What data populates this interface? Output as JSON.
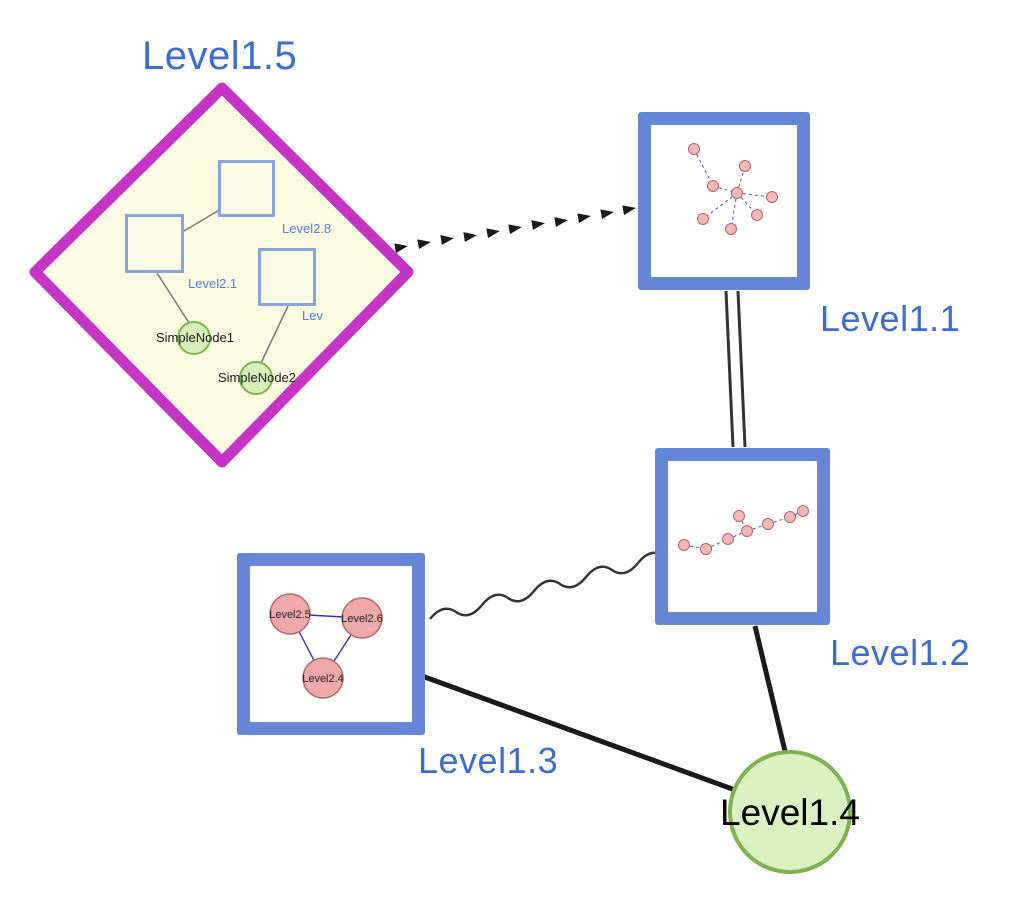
{
  "nodes": {
    "level1_5": {
      "label": "Level1.5",
      "shape": "diamond",
      "border_color": "#c733c7"
    },
    "level1_1": {
      "label": "Level1.1",
      "shape": "square",
      "border_color": "#6687d8"
    },
    "level1_2": {
      "label": "Level1.2",
      "shape": "square",
      "border_color": "#6687d8"
    },
    "level1_3": {
      "label": "Level1.3",
      "shape": "square",
      "border_color": "#6687d8"
    },
    "level1_4": {
      "label": "Level1.4",
      "shape": "circle",
      "border_color": "#7db24e"
    }
  },
  "level1_5_children": {
    "squares": [
      {
        "label": "Level2.8"
      },
      {
        "label": "Level2.1"
      },
      {
        "label": "Lev"
      }
    ],
    "simple_nodes": [
      {
        "label": "SimpleNode1"
      },
      {
        "label": "SimpleNode2"
      }
    ]
  },
  "level1_3_children": [
    {
      "label": "Level2.5"
    },
    {
      "label": "Level2.6"
    },
    {
      "label": "Level2.4"
    }
  ],
  "edges": [
    {
      "from": "Level1.5",
      "to": "Level1.1",
      "style": "bold-dashed-arrow"
    },
    {
      "from": "Level1.1",
      "to": "Level1.2",
      "style": "double-line"
    },
    {
      "from": "Level1.3",
      "to": "Level1.2",
      "style": "wavy"
    },
    {
      "from": "Level1.3",
      "to": "Level1.4",
      "style": "solid-thick"
    },
    {
      "from": "Level1.2",
      "to": "Level1.4",
      "style": "solid-thick"
    }
  ],
  "colors": {
    "label_blue": "#3b6cd4",
    "diamond_stroke": "#c733c7",
    "diamond_fill": "#fbfbe2",
    "box_border_blue": "#6687d8",
    "inner_square_border": "#88a4dd",
    "pink_node_fill": "#f5b8b8",
    "pink_node_stroke": "#c06060",
    "green_node_fill": "#d9efbb",
    "green_node_stroke": "#7db24e",
    "edge_black": "#1a1a1a",
    "mini_edge_blue": "#5050c0"
  }
}
